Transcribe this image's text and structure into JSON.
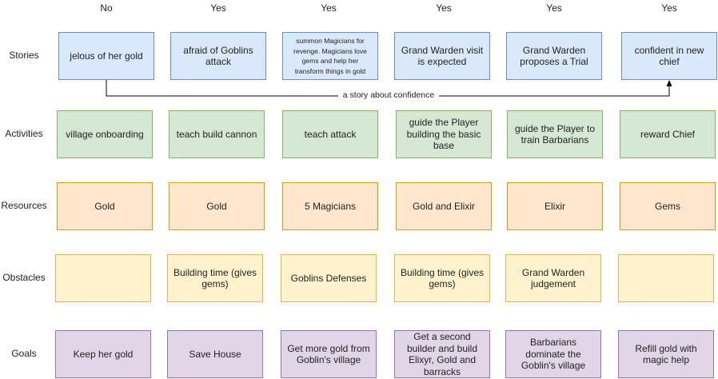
{
  "headers": [
    "No",
    "Yes",
    "Yes",
    "Yes",
    "Yes",
    "Yes"
  ],
  "rows": [
    {
      "label": "Stories",
      "color": "#dae8fc",
      "cells": [
        "jelous of her gold",
        "afraid of Goblins attack",
        "summon Magicians for revenge. Magicians love gems and help her transform things in gold",
        "Grand Warden visit is expected",
        "Grand Warden proposes a Trial",
        "confident in new chief"
      ]
    },
    {
      "label": "Activities",
      "color": "#d5e8d4",
      "cells": [
        "village onboarding",
        "teach build cannon",
        "teach attack",
        "guide the Player building the basic base",
        "guide the Player to train Barbarians",
        "reward Chief"
      ]
    },
    {
      "label": "Resources",
      "color": "#ffe6cc",
      "cells": [
        "Gold",
        "Gold",
        "5 Magicians",
        "Gold and Elixir",
        "Elixir",
        "Gems"
      ]
    },
    {
      "label": "Obstacles",
      "color": "#fff2cc",
      "cells": [
        "",
        "Building time (gives gems)",
        "Goblins Defenses",
        "Building time (gives gems)",
        "Grand Warden judgement",
        ""
      ]
    },
    {
      "label": "Goals",
      "color": "#e1d5e7",
      "cells": [
        "Keep her gold",
        "Save House",
        "Get more gold from Goblin's village",
        "Get a second builder and build Elixyr, Gold and barracks",
        "Barbarians dominate the Goblin's village",
        "Refill gold with magic help"
      ]
    }
  ],
  "connector": {
    "label": "a story about confidence",
    "from": "jelous of her gold",
    "to": "confident in new chief"
  }
}
